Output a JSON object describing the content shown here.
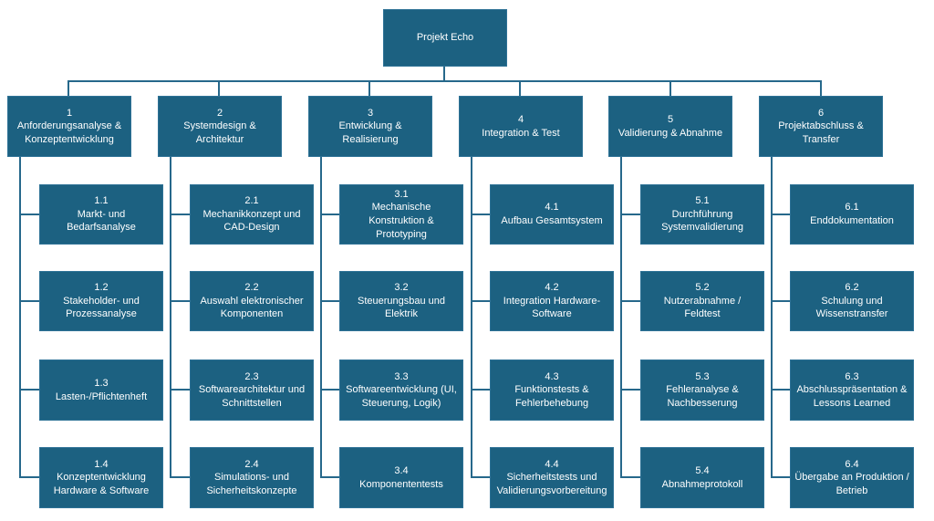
{
  "diagram": {
    "colors": {
      "background": "#FFFFFF",
      "box_fill": "#1C6181",
      "box_border": "#2E7296",
      "box_text": "#FFFFFF",
      "connector": "#26688B"
    },
    "root": {
      "label": "Projekt Echo"
    },
    "columns": [
      {
        "id": "1",
        "label": "Anforderungsanalyse & Konzeptentwicklung",
        "children": [
          {
            "id": "1.1",
            "label": "Markt- und Bedarfsanalyse"
          },
          {
            "id": "1.2",
            "label": "Stakeholder- und Prozessanalyse"
          },
          {
            "id": "1.3",
            "label": "Lasten-/Pflichtenheft"
          },
          {
            "id": "1.4",
            "label": "Konzeptentwicklung Hardware & Software"
          }
        ]
      },
      {
        "id": "2",
        "label": "Systemdesign & Architektur",
        "children": [
          {
            "id": "2.1",
            "label": "Mechanikkonzept und CAD-Design"
          },
          {
            "id": "2.2",
            "label": "Auswahl elektronischer Komponenten"
          },
          {
            "id": "2.3",
            "label": "Softwarearchitektur und Schnittstellen"
          },
          {
            "id": "2.4",
            "label": "Simulations- und Sicherheitskonzepte"
          }
        ]
      },
      {
        "id": "3",
        "label": "Entwicklung & Realisierung",
        "children": [
          {
            "id": "3.1",
            "label": "Mechanische Konstruktion & Prototyping"
          },
          {
            "id": "3.2",
            "label": "Steuerungsbau und Elektrik"
          },
          {
            "id": "3.3",
            "label": "Softwareentwicklung (UI, Steuerung, Logik)"
          },
          {
            "id": "3.4",
            "label": "Komponententests"
          }
        ]
      },
      {
        "id": "4",
        "label": "Integration & Test",
        "children": [
          {
            "id": "4.1",
            "label": "Aufbau Gesamtsystem"
          },
          {
            "id": "4.2",
            "label": "Integration Hardware-Software"
          },
          {
            "id": "4.3",
            "label": "Funktionstests & Fehlerbehebung"
          },
          {
            "id": "4.4",
            "label": "Sicherheitstests und Validierungsvorbereitung"
          }
        ]
      },
      {
        "id": "5",
        "label": "Validierung & Abnahme",
        "children": [
          {
            "id": "5.1",
            "label": "Durchführung Systemvalidierung"
          },
          {
            "id": "5.2",
            "label": "Nutzerabnahme / Feldtest"
          },
          {
            "id": "5.3",
            "label": "Fehleranalyse & Nachbesserung"
          },
          {
            "id": "5.4",
            "label": "Abnahmeprotokoll"
          }
        ]
      },
      {
        "id": "6",
        "label": "Projektabschluss & Transfer",
        "children": [
          {
            "id": "6.1",
            "label": "Enddokumentation"
          },
          {
            "id": "6.2",
            "label": "Schulung und Wissenstransfer"
          },
          {
            "id": "6.3",
            "label": "Abschlusspräsentation & Lessons Learned"
          },
          {
            "id": "6.4",
            "label": "Übergabe an Produktion / Betrieb"
          }
        ]
      }
    ]
  }
}
